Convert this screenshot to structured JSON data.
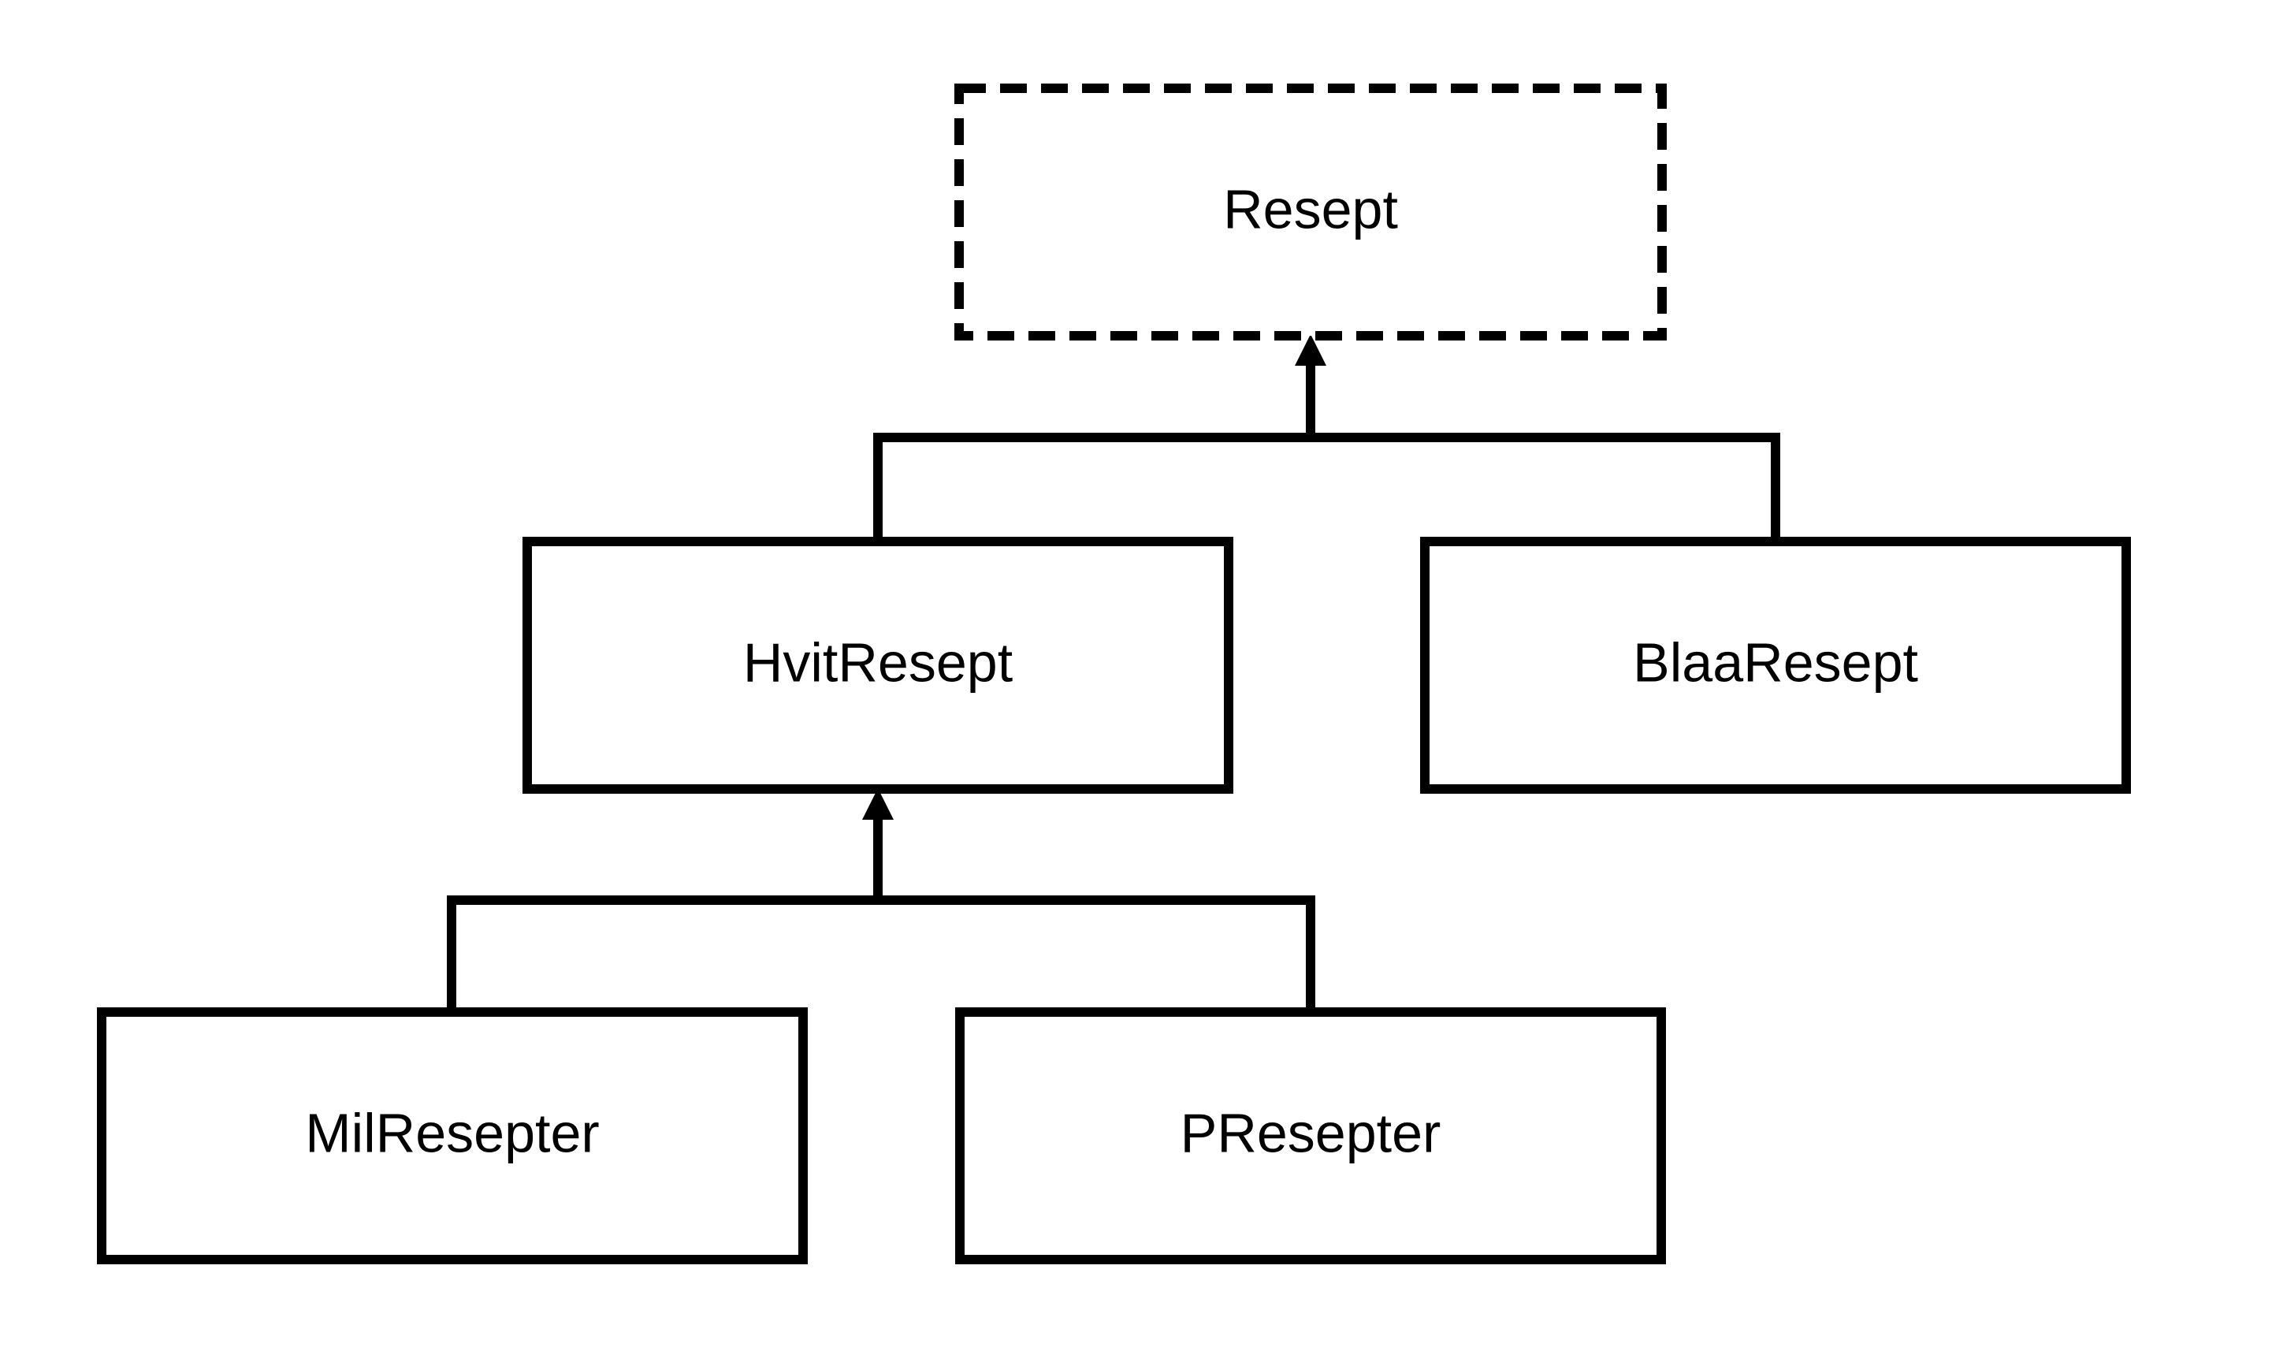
{
  "diagram": {
    "nodes": {
      "resept": {
        "label": "Resept",
        "abstract": true
      },
      "hvit_resept": {
        "label": "HvitResept",
        "abstract": false
      },
      "blaa_resept": {
        "label": "BlaaResept",
        "abstract": false
      },
      "mil_resepter": {
        "label": "MilResepter",
        "abstract": false
      },
      "p_resepter": {
        "label": "PResepter",
        "abstract": false
      }
    },
    "edges": [
      {
        "from": "hvit_resept",
        "to": "resept",
        "type": "inheritance"
      },
      {
        "from": "blaa_resept",
        "to": "resept",
        "type": "inheritance"
      },
      {
        "from": "mil_resepter",
        "to": "hvit_resept",
        "type": "inheritance"
      },
      {
        "from": "p_resepter",
        "to": "hvit_resept",
        "type": "inheritance"
      }
    ],
    "colors": {
      "stroke": "#000000",
      "fill": "#ffffff"
    }
  }
}
